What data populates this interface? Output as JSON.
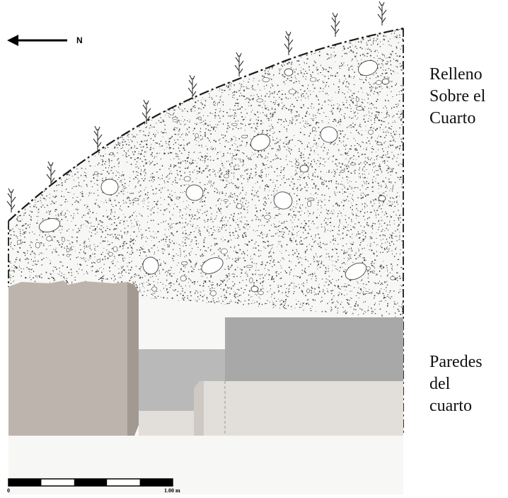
{
  "north_arrow": {
    "letter": "N",
    "direction": "left"
  },
  "labels": {
    "fill": [
      "Relleno",
      "Sobre el",
      "Cuarto"
    ],
    "walls": [
      "Paredes",
      "del",
      "cuarto"
    ]
  },
  "scale_bar": {
    "start_label": "0",
    "end_label": "1.00 m",
    "segments": 5
  },
  "colors": {
    "fill_background": "#f7f7f5",
    "fill_speckle": "#1c1c1c",
    "stone_outline": "#444444",
    "wall_left": "#bdb4ad",
    "wall_left_edge": "#a39993",
    "wall_gray_dark": "#a8a8a8",
    "wall_gray_mid": "#b9b9b9",
    "wall_light": "#e2dfdb",
    "wall_light_edge": "#cfc9c4",
    "outline": "#222222"
  }
}
